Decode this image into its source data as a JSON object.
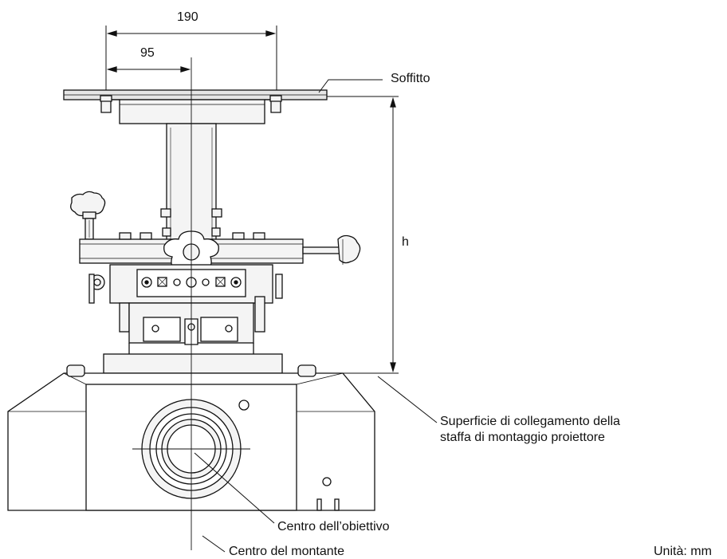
{
  "dimensions": {
    "width_total": "190",
    "width_half": "95",
    "height": "h"
  },
  "labels": {
    "ceiling": "Soffitto",
    "surface_line1": "Superficie di collegamento della",
    "surface_line2": "staffa di montaggio proiettore",
    "lens_center": "Centro dell’obiettivo",
    "pole_center": "Centro del montante",
    "unit": "Unità: mm"
  },
  "colors": {
    "line": "#111111",
    "fill_light": "#f4f4f4",
    "fill_mid": "#e6e6e6"
  }
}
